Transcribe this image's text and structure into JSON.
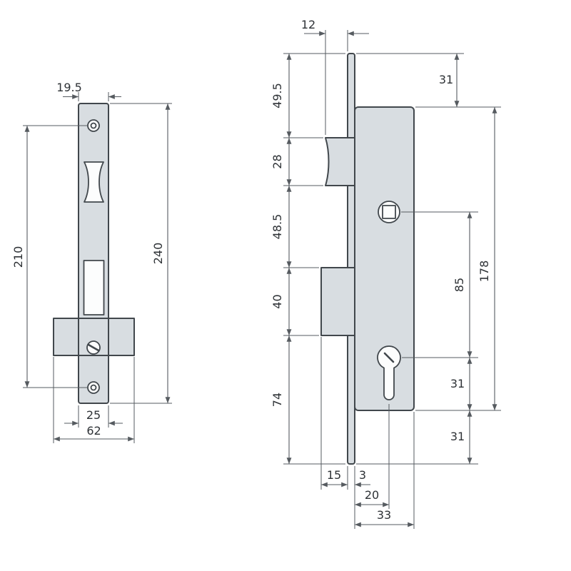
{
  "colors": {
    "background": "#ffffff",
    "part_fill": "#d8dde1",
    "outline": "#41474c",
    "dimension_lines": "#565b60",
    "dimension_text": "#2e3236"
  },
  "front_view": {
    "dimensions": {
      "top_width": "19.5",
      "screw_hole_spacing": "210",
      "faceplate_height": "240",
      "faceplate_width": "25",
      "case_width": "62"
    }
  },
  "side_view": {
    "dimensions": {
      "latch_projection": "12",
      "top_to_latch": "49.5",
      "latch_height": "28",
      "latch_to_bolt": "48.5",
      "bolt_height": "40",
      "bolt_to_bottom": "74",
      "plate_top_to_case_top": "31",
      "case_height": "178",
      "spindle_to_cylinder": "85",
      "cylinder_to_case_bottom": "31",
      "case_bottom_to_plate_bottom": "31",
      "bolt_projection": "15",
      "plate_thickness": "3",
      "backset": "20",
      "case_depth": "33"
    }
  }
}
